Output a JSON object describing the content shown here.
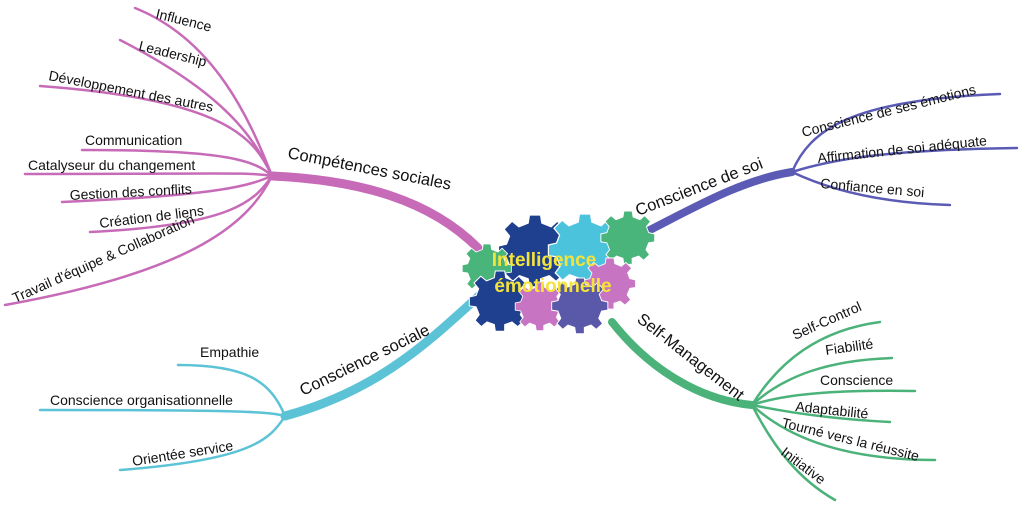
{
  "center": {
    "line1": "Intelligence",
    "line2": "émotionnelle"
  },
  "colors": {
    "competences": "#c76bb8",
    "conscience_soi": "#5b5bb5",
    "conscience_sociale": "#5cc3d6",
    "self_management": "#4bb27a",
    "center_text": "#f4e43a",
    "gear_navy": "#1f3f8f",
    "gear_cyan": "#4cc3dd",
    "gear_green": "#49b57a",
    "gear_pink": "#c775c3",
    "gear_purple": "#5a58a8"
  },
  "branches": {
    "competences_sociales": {
      "label": "Compétences sociales",
      "items": [
        "Influence",
        "Leadership",
        "Développement des autres",
        "Communication",
        "Catalyseur du changement",
        "Gestion des conflits",
        "Création de liens",
        "Travail d'équipe & Collaboration"
      ]
    },
    "conscience_de_soi": {
      "label": "Conscience de soi",
      "items": [
        "Conscience de ses émotions",
        "Affirmation de soi adéquate",
        "Confiance en soi"
      ]
    },
    "conscience_sociale": {
      "label": "Conscience sociale",
      "items": [
        "Empathie",
        "Conscience organisationnelle",
        "Orientée service"
      ]
    },
    "self_management": {
      "label": "Self-Management",
      "items": [
        "Self-Control",
        "Fiabilité",
        "Conscience",
        "Adaptabilité",
        "Tourné vers la réussite",
        "Initiative"
      ]
    }
  }
}
